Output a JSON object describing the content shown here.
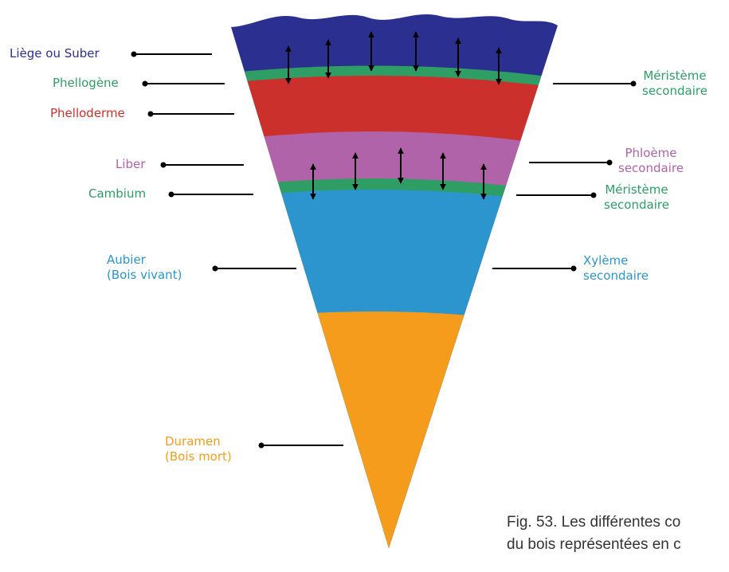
{
  "colors": {
    "suber": "#2B2F8F",
    "meristeme": "#2E9E64",
    "phelloderme": "#CC302C",
    "liber": "#B063A9",
    "aubier": "#2D95CE",
    "duramen": "#F59C1C",
    "pointer": "#000000"
  },
  "labels": {
    "left": {
      "suber": "Liège ou Suber",
      "phellogene": "Phellogène",
      "phelloderme": "Phelloderme",
      "liber": "Liber",
      "cambium": "Cambium",
      "aubier_line1": "Aubier",
      "aubier_line2": "(Bois vivant)",
      "duramen_line1": "Duramen",
      "duramen_line2": "(Bois mort)"
    },
    "right": {
      "meristeme1_line1": "Méristème",
      "meristeme1_line2": "secondaire",
      "phloeme_line1": "Phloème",
      "phloeme_line2": "secondaire",
      "meristeme2_line1": "Méristème",
      "meristeme2_line2": "secondaire",
      "xyleme_line1": "Xylème",
      "xyleme_line2": "secondaire"
    }
  },
  "caption": {
    "line1": "Fig. 53. Les différentes co",
    "line2": "du bois représentées en c"
  }
}
